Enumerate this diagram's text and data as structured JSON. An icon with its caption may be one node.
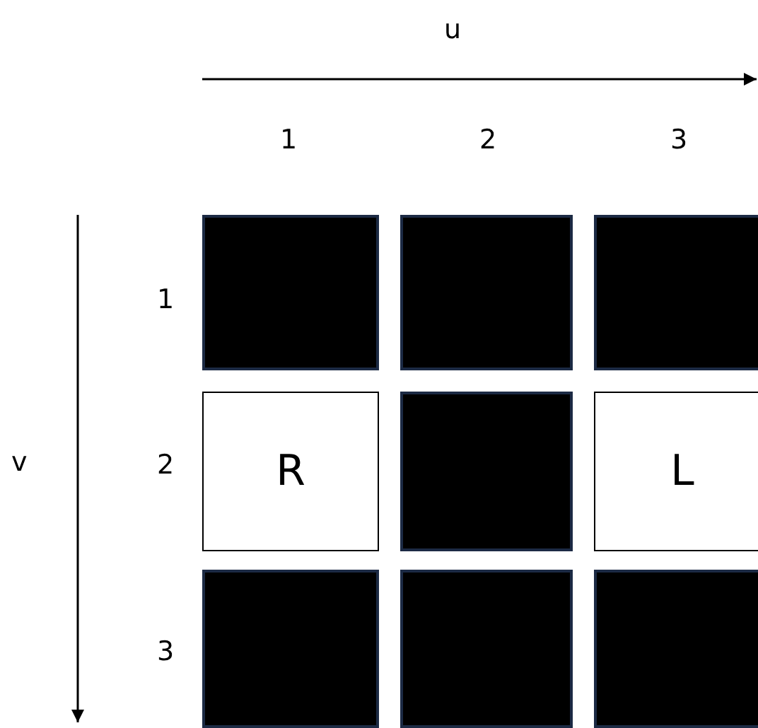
{
  "diagram": {
    "nodes": [
      {
        "text": [],
        "shape": "box"
      },
      {
        "text": [],
        "shape": "box"
      },
      {
        "text": [],
        "shape": "box"
      },
      {
        "text": [
          "R"
        ]
      },
      {
        "text": [],
        "shape": "box"
      },
      {
        "text": [
          "L"
        ]
      },
      {
        "text": [],
        "shape": "box"
      },
      {
        "text": [],
        "shape": "box"
      },
      {
        "text": [],
        "shape": "box"
      }
    ],
    "labels": [
      "u",
      "1",
      "2",
      "3",
      "v",
      "1",
      "2",
      "3"
    ]
  }
}
